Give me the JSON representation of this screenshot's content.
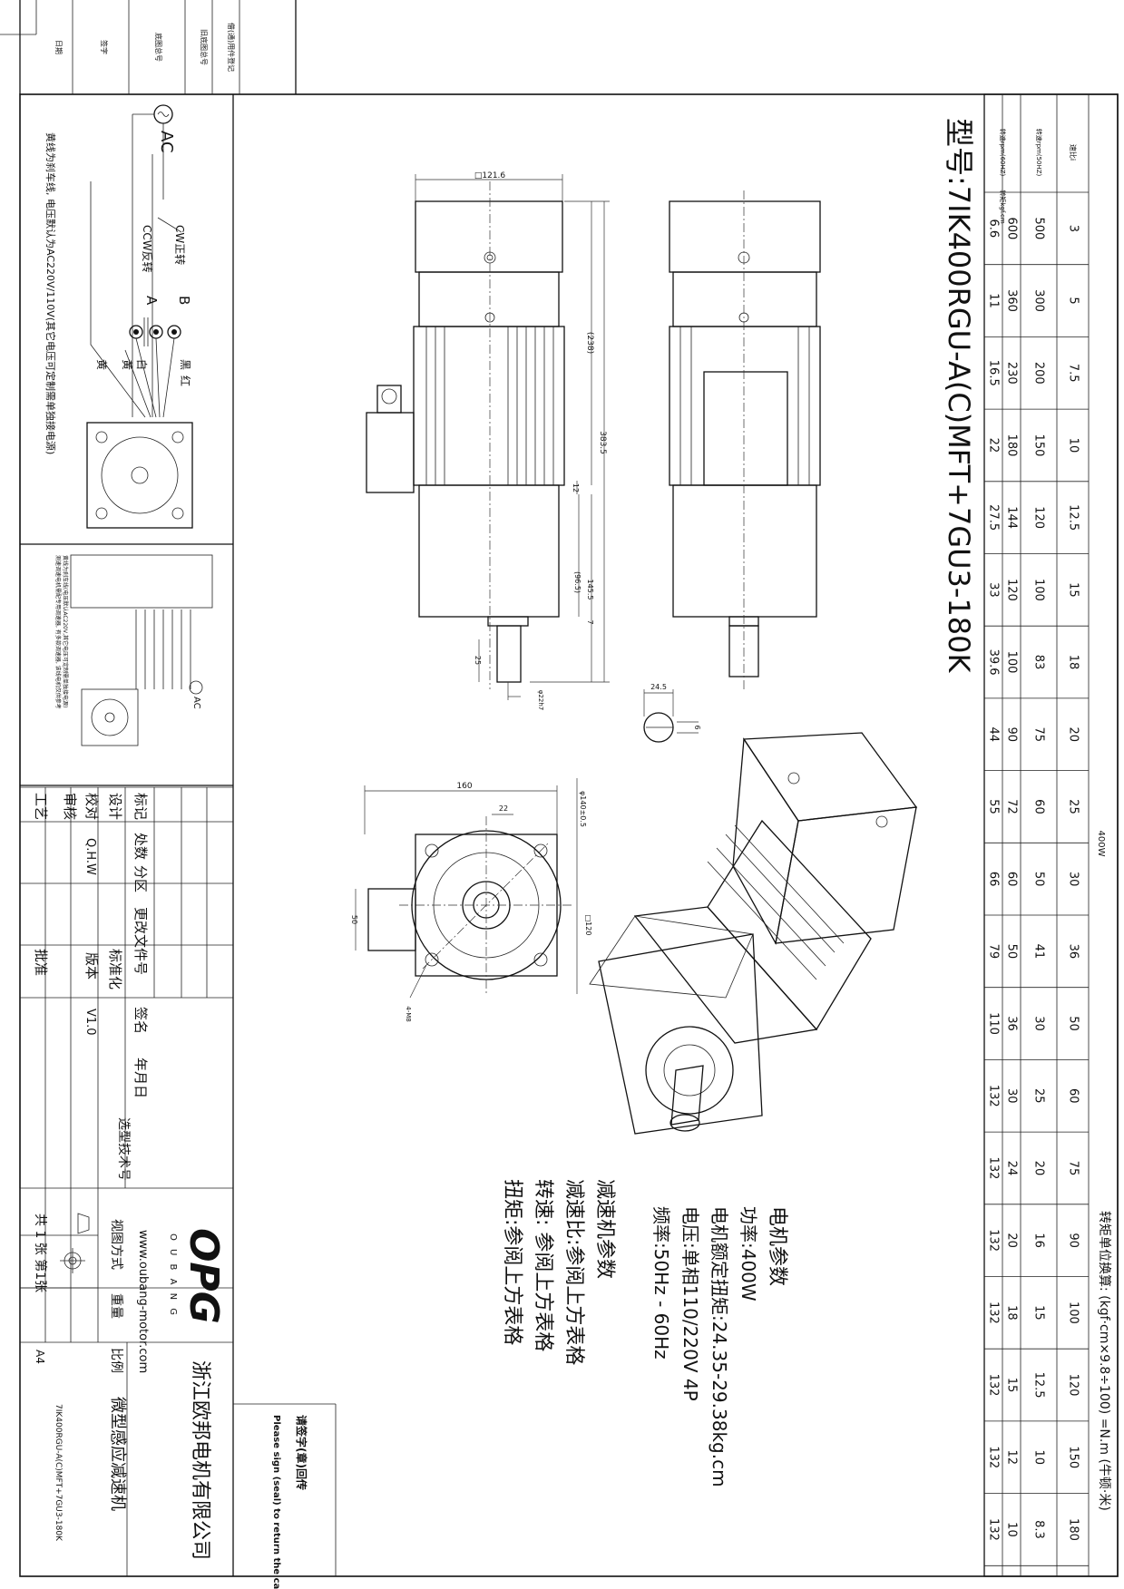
{
  "model_title": "型号:7IK400RGU-A(C)MFT+7GU3-180K",
  "table": {
    "unit_note": "转矩单位换算: (kgf·cm×9.8÷100) =N.m (牛顿·米)",
    "power_header": "400W",
    "row_labels": [
      "速比i",
      "转速rpm(50HZ)",
      "转速rpm(60HZ)",
      "转矩kgf.cm"
    ],
    "ratio": [
      "3",
      "5",
      "7.5",
      "10",
      "12.5",
      "15",
      "18",
      "20",
      "25",
      "30",
      "36",
      "50",
      "60",
      "75",
      "90",
      "100",
      "120",
      "150",
      "180"
    ],
    "rpm50": [
      "500",
      "300",
      "200",
      "150",
      "120",
      "100",
      "83",
      "75",
      "60",
      "50",
      "41",
      "30",
      "25",
      "20",
      "16",
      "15",
      "12.5",
      "10",
      "8.3"
    ],
    "rpm60": [
      "600",
      "360",
      "230",
      "180",
      "144",
      "120",
      "100",
      "90",
      "72",
      "60",
      "50",
      "36",
      "30",
      "24",
      "20",
      "18",
      "15",
      "12",
      "10"
    ],
    "torque": [
      "6.6",
      "11",
      "16.5",
      "22",
      "27.5",
      "33",
      "39.6",
      "44",
      "55",
      "66",
      "79",
      "110",
      "132",
      "132",
      "132",
      "132",
      "132",
      "132",
      "132"
    ]
  },
  "motor_params": [
    "电机参数",
    "功率:400W",
    "电机额定扭矩:24.35-29.38kg.cm",
    "电压:单相110/220V 4P",
    "频率:50Hz - 60Hz"
  ],
  "gear_params": [
    "减速机参数",
    "减速比:参阅上方表格",
    "转速: 参阅上方表格",
    "扭矩:参阅上方表格"
  ],
  "dims": {
    "d121": "□121.6",
    "d238": "(238)",
    "d383": "383.5",
    "d12": "12",
    "d96": "(96.5)",
    "d145": "145.5",
    "d7": "7",
    "d25": "25",
    "d22h7": "φ22h7",
    "d245": "24.5",
    "d6": "6",
    "d160": "160",
    "d22": "22",
    "d140": "φ140±0.5",
    "d120": "□120",
    "d50": "50",
    "dm8": "4-M8"
  },
  "wiring": {
    "ac": "AC",
    "cw": "CW正转",
    "ccw": "CCW反转",
    "a": "A",
    "b": "B",
    "black": "黑",
    "red": "红",
    "white": "白",
    "yellow1": "黄",
    "yellow2": "黄",
    "note": "黄线为刹车线, 电压默认为AC220V/110V(其它电压可定制需单独接电源)"
  },
  "wiring2": {
    "ac": "AC",
    "note1": "黄线为刹车线(电压默认AC220V,其它电压可定制需单独接电源)",
    "note2": "测速调速电机需配专用调速器, 有多款调速器, 该线电机仅供参考"
  },
  "left_strip": [
    "借(通)用件登记",
    "旧底图总号",
    "底图总号",
    "签字",
    "日期"
  ],
  "title_block": {
    "mark": "标记",
    "place": "处数",
    "zone": "分区",
    "change_doc": "更改文件号",
    "sign": "签名",
    "date": "年月日",
    "design": "设计",
    "standard": "标准化",
    "check": "校对",
    "checker": "Q.H.W",
    "version": "版本",
    "version_val": "V1.0",
    "review": "审核",
    "process": "工艺",
    "approve": "批准",
    "selection": "选型技术号",
    "logo": "OPG",
    "logo_sub": "O U B A N G",
    "website": "www.oubang-motor.com",
    "view": "视图方式",
    "weight": "重量",
    "scale": "比例",
    "sheets": "共 1 张 第1张",
    "size": "A4",
    "company": "浙江欧邦电机有限公司",
    "product": "微型感应减速机",
    "model_small": "7IK400RGU-A(C)MFT+7GU3-180K",
    "return_cn": "请签字(章)回传",
    "return_en": "Please sign (seal) to return the call"
  }
}
